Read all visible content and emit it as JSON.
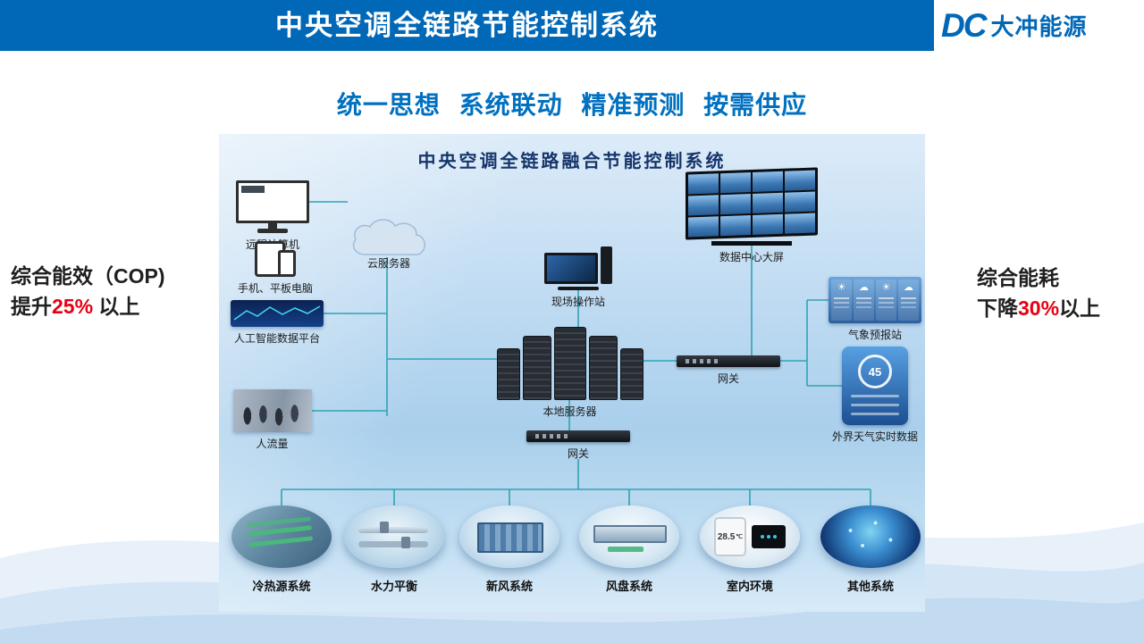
{
  "header": {
    "title": "中央空调全链路节能控制系统",
    "logo": {
      "mark": "DC",
      "name": "大冲能源"
    }
  },
  "subtitle": "统一思想 系统联动 精准预测 按需供应",
  "left_stat": {
    "line1": "综合能效（COP)",
    "prefix": "提升",
    "value": "25%",
    "suffix": " 以上"
  },
  "right_stat": {
    "line1": "综合能耗",
    "prefix": "下降",
    "value": "30%",
    "suffix": "以上"
  },
  "diagram": {
    "title": "中央空调全链路融合节能控制系统",
    "nodes": {
      "remote_computer": "远程计算机",
      "mobile": "手机、平板电脑",
      "cloud": "云服务器",
      "field_station": "现场操作站",
      "datacenter_screen": "数据中心大屏",
      "ai_platform": "人工智能数据平台",
      "people_flow": "人流量",
      "local_server": "本地服务器",
      "gateway_right": "网关",
      "gateway_bottom": "网关",
      "weather_station": "气象预报站",
      "weather_realtime": "外界天气实时数据"
    },
    "weather_icons": [
      "☀",
      "☁",
      "☀",
      "☁"
    ],
    "weather_value": "45",
    "room_env": {
      "temp": "28.5",
      "unit": "℃"
    },
    "subsystems": [
      "冷热源系统",
      "水力平衡",
      "新风系统",
      "风盘系统",
      "室内环境",
      "其他系统"
    ]
  },
  "colors": {
    "banner_blue": "#0068b7",
    "subtitle_blue": "#0070c0",
    "accent_red": "#e60012",
    "line_teal": "#2fa3b5"
  }
}
